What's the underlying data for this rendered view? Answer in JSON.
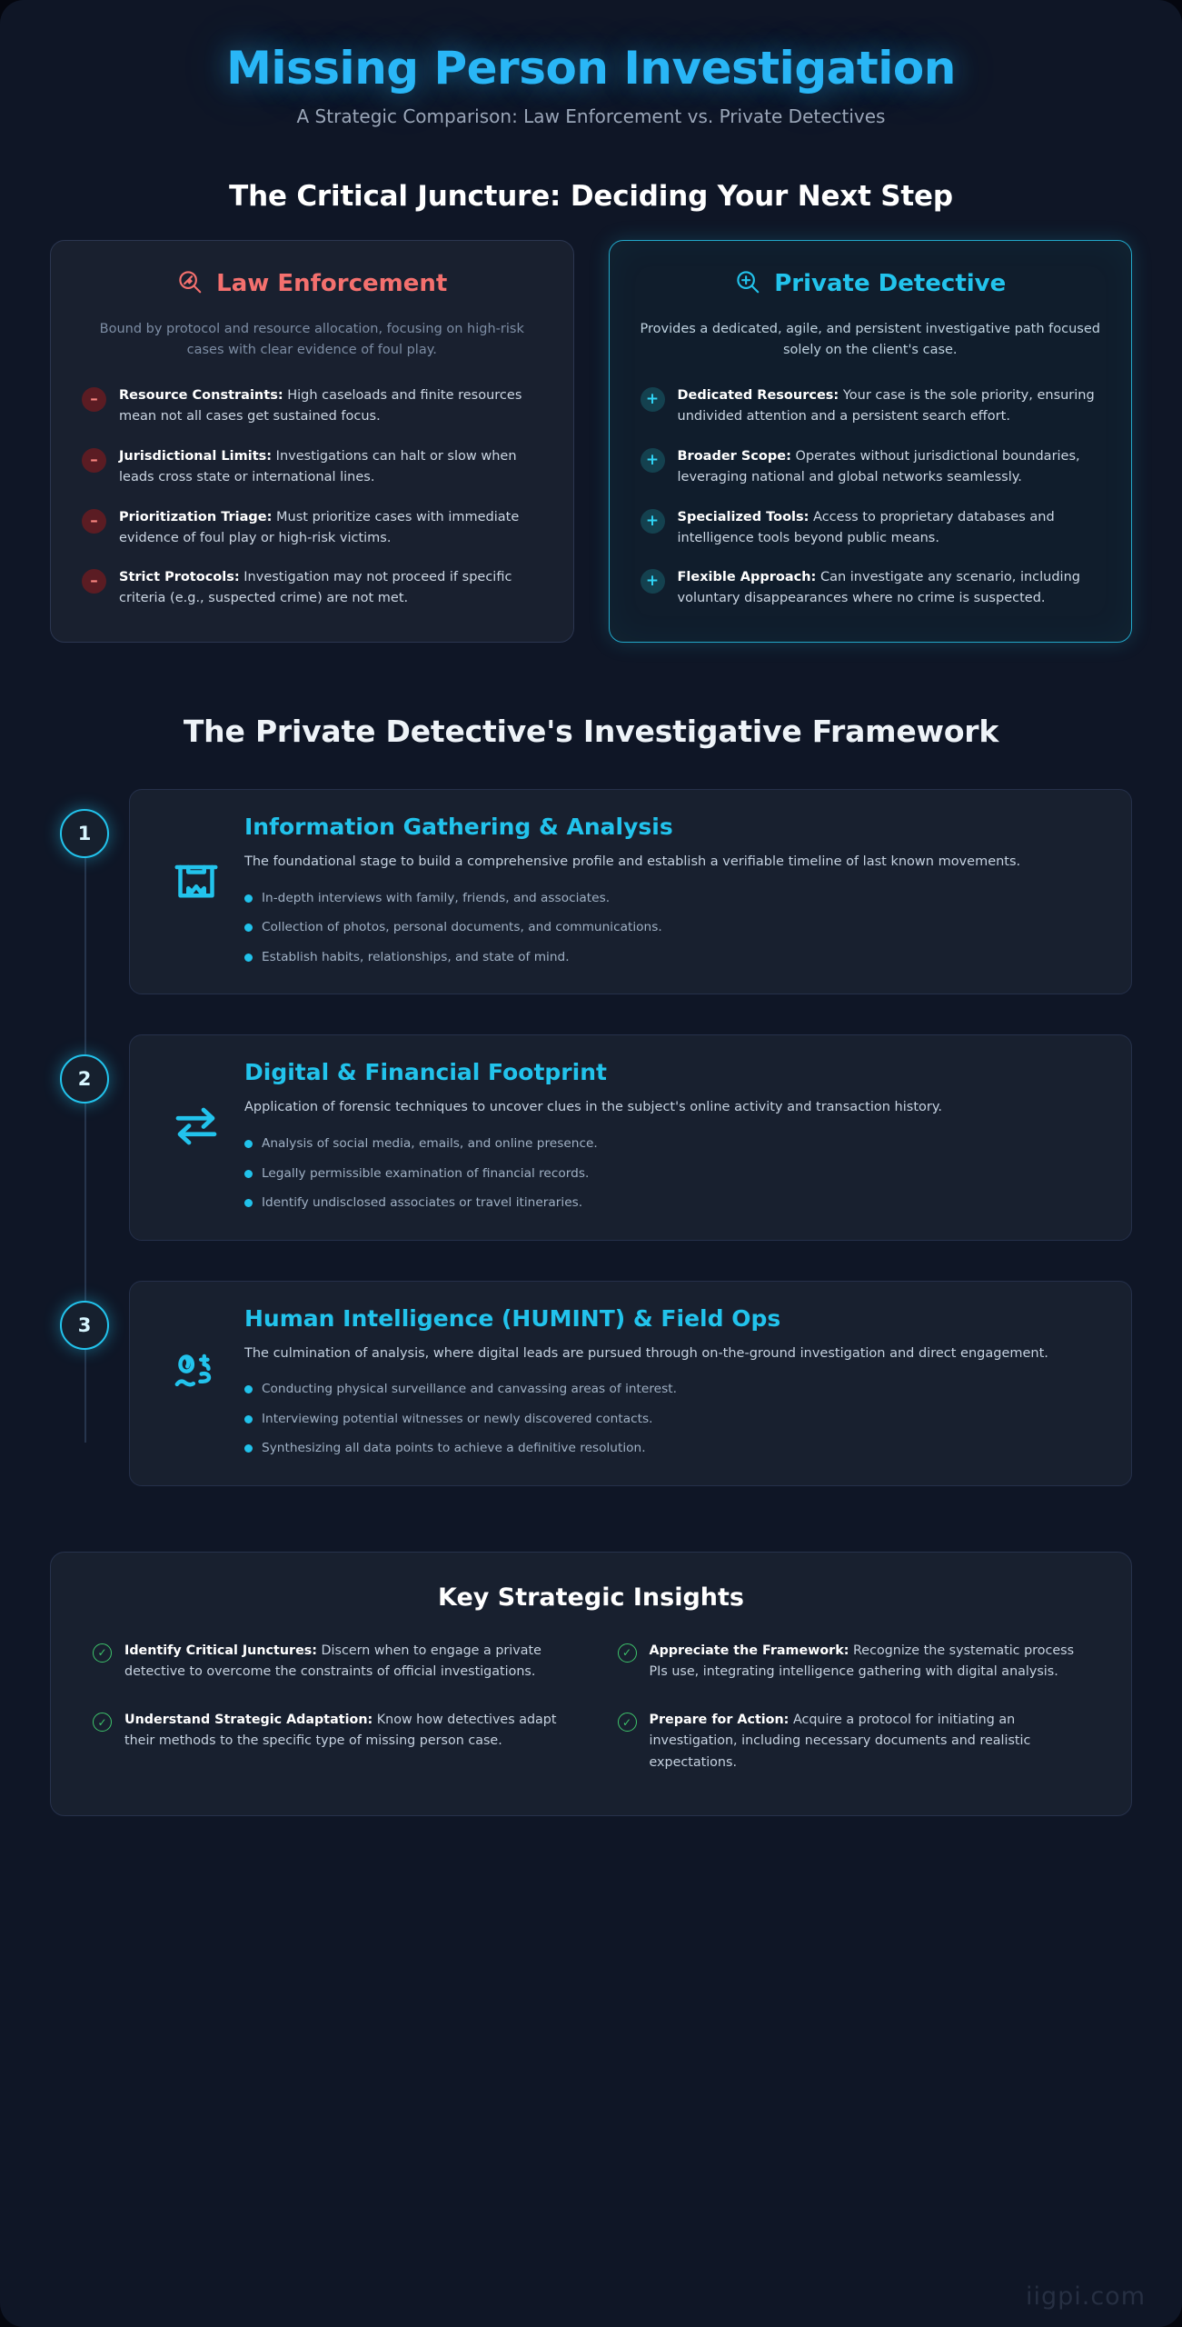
{
  "hero": {
    "title": "Missing Person Investigation",
    "subtitle": "A Strategic Comparison: Law Enforcement vs. Private Detectives"
  },
  "comparison": {
    "heading": "The Critical Juncture: Deciding Your Next Step",
    "law_enforcement": {
      "title": "Law Enforcement",
      "icon": "magnifier-blocked-icon",
      "accent": "#f4706e",
      "description": "Bound by protocol and resource allocation, focusing on high-risk cases with clear evidence of foul play.",
      "points": [
        {
          "label": "Resource Constraints:",
          "text": " High caseloads and finite resources mean not all cases get sustained focus."
        },
        {
          "label": "Jurisdictional Limits:",
          "text": " Investigations can halt or slow when leads cross state or international lines."
        },
        {
          "label": "Prioritization Triage:",
          "text": " Must prioritize cases with immediate evidence of foul play or high-risk victims."
        },
        {
          "label": "Strict Protocols:",
          "text": " Investigation may not proceed if specific criteria (e.g., suspected crime) are not met."
        }
      ]
    },
    "private_detective": {
      "title": "Private Detective",
      "icon": "magnifier-plus-icon",
      "accent": "#22c3ec",
      "description": "Provides a dedicated, agile, and persistent investigative path focused solely on the client's case.",
      "points": [
        {
          "label": "Dedicated Resources:",
          "text": " Your case is the sole priority, ensuring undivided attention and a persistent search effort."
        },
        {
          "label": "Broader Scope:",
          "text": " Operates without jurisdictional boundaries, leveraging national and global networks seamlessly."
        },
        {
          "label": "Specialized Tools:",
          "text": " Access to proprietary databases and intelligence tools beyond public means."
        },
        {
          "label": "Flexible Approach:",
          "text": " Can investigate any scenario, including voluntary disappearances where no crime is suspected."
        }
      ]
    }
  },
  "framework": {
    "heading": "The Private Detective's Investigative Framework",
    "steps": [
      {
        "number": "1",
        "icon": "archive-box-icon",
        "title": "Information Gathering & Analysis",
        "description": "The foundational stage to build a comprehensive profile and establish a verifiable timeline of last known movements.",
        "bullets": [
          "In-depth interviews with family, friends, and associates.",
          "Collection of photos, personal documents, and communications.",
          "Establish habits, relationships, and state of mind."
        ]
      },
      {
        "number": "2",
        "icon": "exchange-arrows-icon",
        "title": "Digital & Financial Footprint",
        "description": "Application of forensic techniques to uncover clues in the subject's online activity and transaction history.",
        "bullets": [
          "Analysis of social media, emails, and online presence.",
          "Legally permissible examination of financial records.",
          "Identify undisclosed associates or travel itineraries."
        ]
      },
      {
        "number": "3",
        "icon": "two-people-icon",
        "title": "Human Intelligence (HUMINT) & Field Ops",
        "description": "The culmination of analysis, where digital leads are pursued through on-the-ground investigation and direct engagement.",
        "bullets": [
          "Conducting physical surveillance and canvassing areas of interest.",
          "Interviewing potential witnesses or newly discovered contacts.",
          "Synthesizing all data points to achieve a definitive resolution."
        ]
      }
    ]
  },
  "insights": {
    "heading": "Key Strategic Insights",
    "items": [
      {
        "label": "Identify Critical Junctures:",
        "text": " Discern when to engage a private detective to overcome the constraints of official investigations."
      },
      {
        "label": "Appreciate the Framework:",
        "text": " Recognize the systematic process PIs use, integrating intelligence gathering with digital analysis."
      },
      {
        "label": "Understand Strategic Adaptation:",
        "text": " Know how detectives adapt their methods to the specific type of missing person case."
      },
      {
        "label": "Prepare for Action:",
        "text": " Acquire a protocol for initiating an investigation, including necessary documents and realistic expectations."
      }
    ]
  },
  "watermark": "iigpi.com"
}
